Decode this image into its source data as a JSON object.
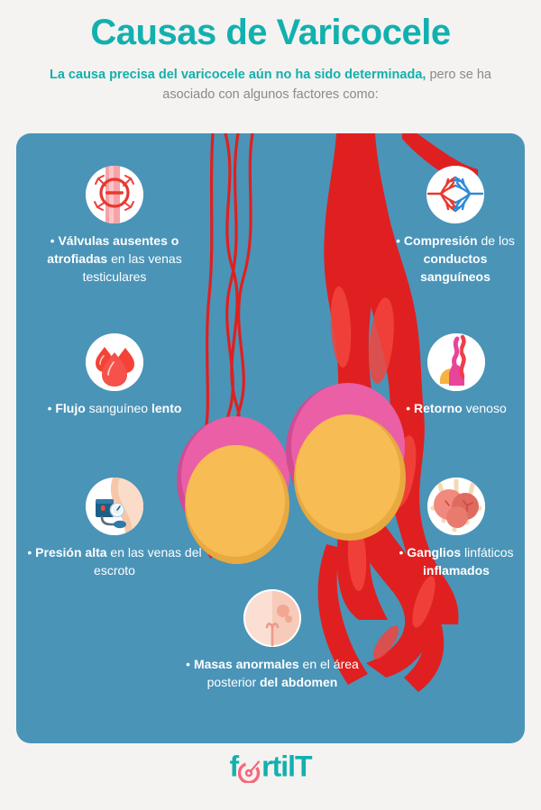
{
  "header": {
    "title": "Causas de Varicocele",
    "subtitle_bold": "La causa precisa del varicocele aún no ha sido determinada,",
    "subtitle_rest": " pero se ha asociado con algunos factores como:"
  },
  "colors": {
    "page_background": "#f4f3f1",
    "panel_background": "#4a94b8",
    "accent_teal": "#12b0ae",
    "text_gray": "#8a8a8a",
    "text_white": "#ffffff",
    "vein_red": "#e02020",
    "vein_red_light": "#f2453d",
    "testicle_yellow": "#f7bc54",
    "testicle_yellow_dark": "#e8a93f",
    "cap_pink": "#ea5fa6",
    "cap_pink_dark": "#d24b92",
    "artery_blue": "#2e8bd6",
    "skin_peach": "#f8cdb9"
  },
  "items": [
    {
      "id": "valvulas",
      "icon": "vein-valve-missing-icon",
      "bullet": "•",
      "parts": [
        {
          "text": "Válvulas ausentes o atrofiadas",
          "bold": true
        },
        {
          "text": " en las venas testiculares",
          "bold": false
        }
      ],
      "plain": "• Válvulas ausentes o atrofiadas en las venas testiculares"
    },
    {
      "id": "compresion",
      "icon": "capillary-bed-icon",
      "bullet": "•",
      "parts": [
        {
          "text": "Compresión",
          "bold": true
        },
        {
          "text": " de los ",
          "bold": false
        },
        {
          "text": "conductos sanguíneos",
          "bold": true
        }
      ],
      "plain": "• Compresión de los conductos sanguíneos"
    },
    {
      "id": "flujo",
      "icon": "blood-drops-icon",
      "bullet": "•",
      "parts": [
        {
          "text": "Flujo",
          "bold": true
        },
        {
          "text": " sanguíneo ",
          "bold": false
        },
        {
          "text": "lento",
          "bold": true
        }
      ],
      "plain": "• Flujo sanguíneo lento"
    },
    {
      "id": "retorno",
      "icon": "venous-return-icon",
      "bullet": "•",
      "parts": [
        {
          "text": "Retorno",
          "bold": true
        },
        {
          "text": " venoso",
          "bold": false
        }
      ],
      "plain": "• Retorno venoso"
    },
    {
      "id": "presion",
      "icon": "blood-pressure-cuff-icon",
      "bullet": "•",
      "parts": [
        {
          "text": "Presión alta",
          "bold": true
        },
        {
          "text": " en las venas del escroto",
          "bold": false
        }
      ],
      "plain": "• Presión alta en las venas del escroto"
    },
    {
      "id": "ganglios",
      "icon": "lymph-nodes-icon",
      "bullet": "•",
      "parts": [
        {
          "text": "Ganglios",
          "bold": true
        },
        {
          "text": " linfáticos ",
          "bold": false
        },
        {
          "text": "inflamados",
          "bold": true
        }
      ],
      "plain": "• Ganglios linfáticos inflamados"
    },
    {
      "id": "masas",
      "icon": "abdominal-mass-icon",
      "bullet": "•",
      "parts": [
        {
          "text": "Masas anormales",
          "bold": true
        },
        {
          "text": " en el área posterior ",
          "bold": false
        },
        {
          "text": "del abdomen",
          "bold": true
        }
      ],
      "plain": "• Masas anormales en el área posterior del abdomen"
    }
  ],
  "illustration": {
    "name": "varicocele-testicular-veins-illustration",
    "description": "Thin normal veins on the left, dilated twisted varicose veins on the right, feeding two testicles with pink caps"
  },
  "footer": {
    "logo_part_a": "f",
    "logo_mark": "e",
    "logo_part_b": "rtilT",
    "logo_full": "fertilT"
  }
}
